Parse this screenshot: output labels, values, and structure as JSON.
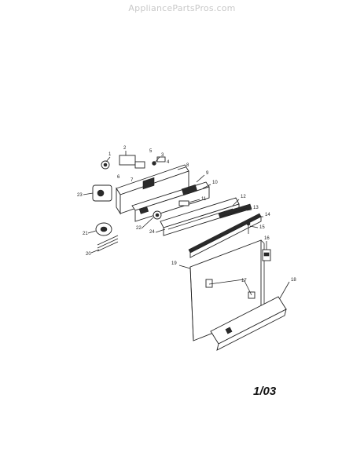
{
  "watermark": "AppliancePartsPros.com",
  "revision": "1/03",
  "callouts": [
    "1",
    "2",
    "3",
    "4",
    "5",
    "6",
    "7",
    "8",
    "9",
    "10",
    "11",
    "12",
    "13",
    "14",
    "15",
    "16",
    "17",
    "18",
    "19",
    "20",
    "21",
    "22",
    "23",
    "24"
  ]
}
